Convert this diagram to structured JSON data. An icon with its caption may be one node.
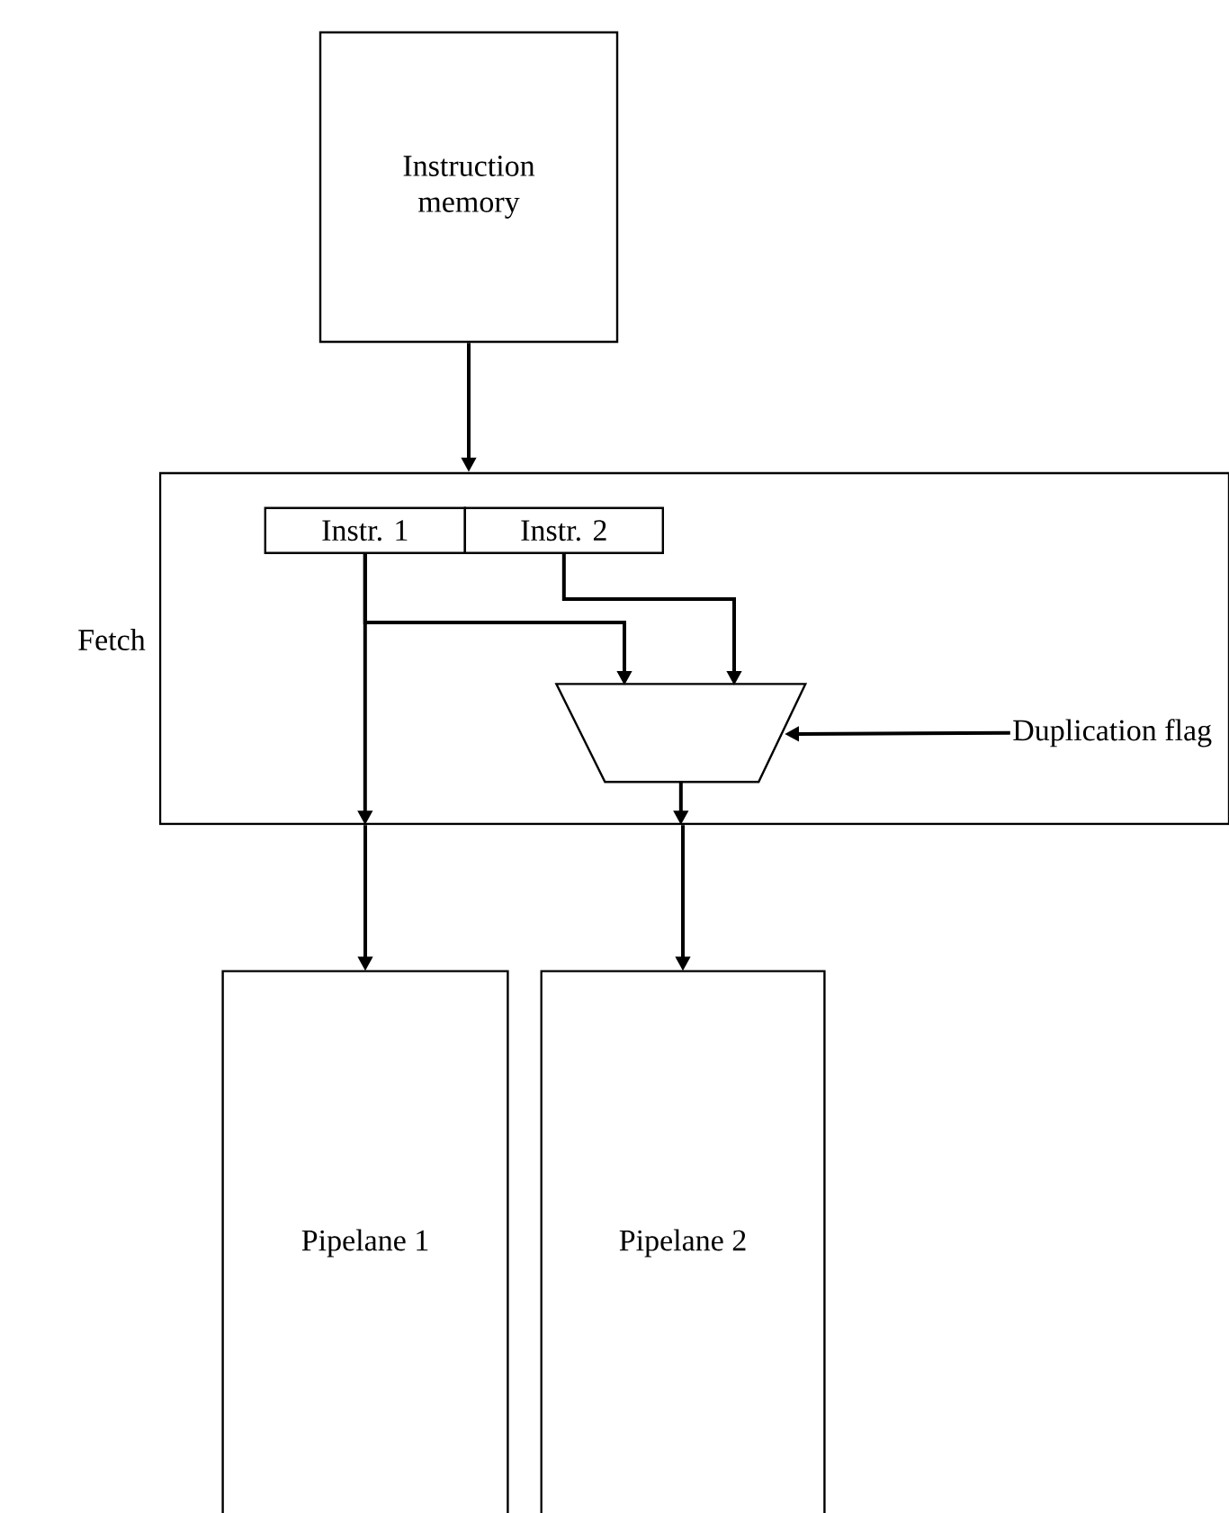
{
  "diagram": {
    "nodes": [
      {
        "text": [
          "Instruction memory"
        ]
      },
      {
        "text": [
          "Fetch"
        ]
      },
      {
        "text": [
          "Instr. 1"
        ],
        "in": 1
      },
      {
        "text": [
          "Instr. 2"
        ],
        "in": 1
      },
      {
        "text": [],
        "shape": "trapezoid",
        "in": 1
      },
      {
        "text": [
          "Duplication flag"
        ],
        "in": 1
      },
      {
        "text": [
          "Pipelane 1"
        ]
      },
      {
        "text": [
          "Pipelane 2"
        ]
      }
    ],
    "edges": [
      {
        "from": 0,
        "to": 1,
        "arrow": "to"
      },
      {
        "from": 2,
        "to": 4,
        "arrow": "to"
      },
      {
        "from": 3,
        "to": 4,
        "arrow": "to"
      },
      {
        "from": 5,
        "to": 4,
        "arrow": "to"
      },
      {
        "from": 2,
        "to": 1,
        "arrow": "to"
      },
      {
        "from": 1,
        "to": 6,
        "arrow": "to"
      },
      {
        "from": 4,
        "to": 1,
        "arrow": "to"
      },
      {
        "from": 1,
        "to": 7,
        "arrow": "to"
      }
    ]
  }
}
